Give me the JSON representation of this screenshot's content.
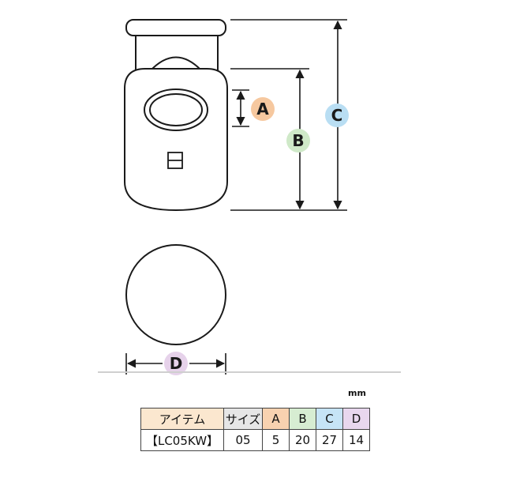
{
  "colors": {
    "line": "#1a1a1a",
    "badge_a": "#f6c89f",
    "badge_b": "#cfe9c8",
    "badge_c": "#b9def3",
    "badge_d": "#e6d2ea",
    "header_item": "#fbe7cf",
    "header_size": "#e6e6e6",
    "header_a": "#f8d2b0",
    "header_b": "#d7edd2",
    "header_c": "#c6e4f6",
    "header_d": "#e8d7ee"
  },
  "labels": {
    "a": "A",
    "b": "B",
    "c": "C",
    "d": "D"
  },
  "unit": "mm",
  "table": {
    "headers": [
      "アイテム",
      "サイズ",
      "A",
      "B",
      "C",
      "D"
    ],
    "rows": [
      [
        "【LC05KW】",
        "05",
        "5",
        "20",
        "27",
        "14"
      ]
    ]
  }
}
